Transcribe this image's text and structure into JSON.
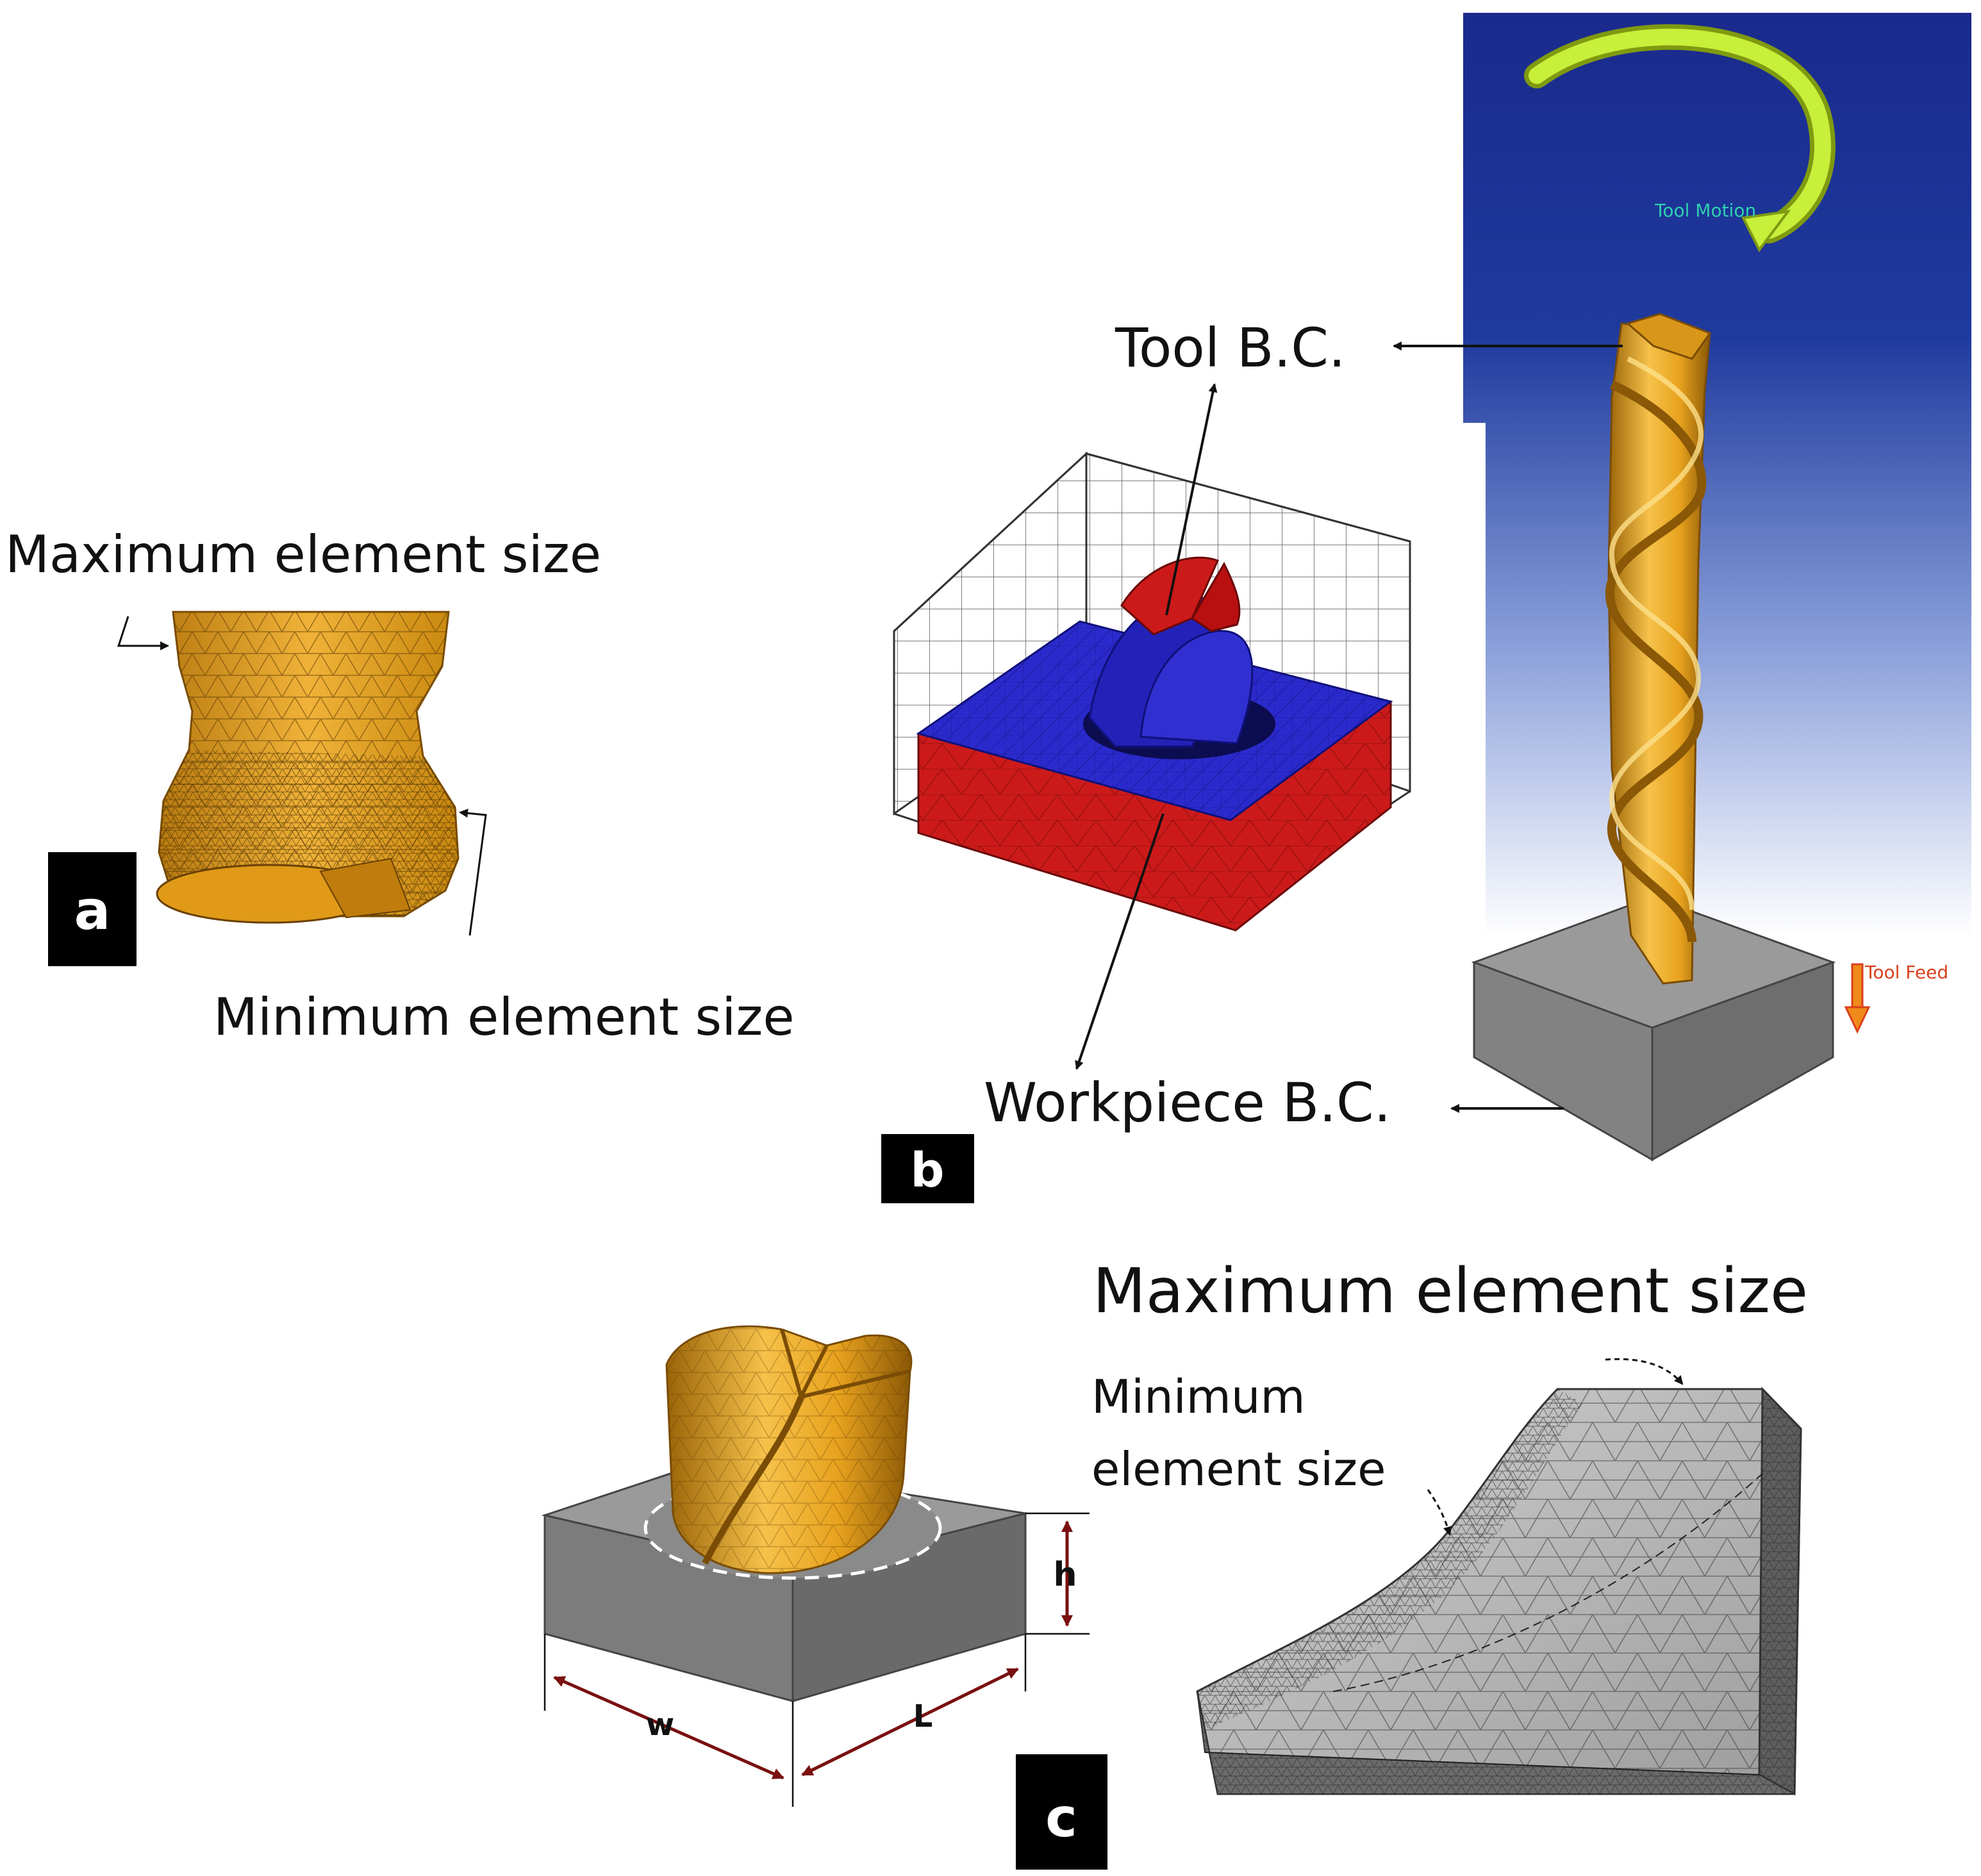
{
  "panel_a": {
    "tag": "a",
    "max_label": "Maximum element size",
    "min_label": "Minimum element size"
  },
  "panel_b": {
    "tag": "b",
    "tool_bc_label": "Tool B.C.",
    "workpiece_bc_label": "Workpiece B.C.",
    "tool_motion_label": "Tool Motion",
    "tool_feed_label": "Tool Feed"
  },
  "panel_c": {
    "tag": "c",
    "max_label": "Maximum element size",
    "min_label_line1": "Minimum",
    "min_label_line2": "element size",
    "dim_h": "h",
    "dim_w": "w",
    "dim_l": "L"
  },
  "colors": {
    "tool_gold": "#e8a21e",
    "tool_gold_dark": "#9a6408",
    "workpiece_gray": "#7a7a7a",
    "workpiece_blue": "#2a2acc",
    "workpiece_red": "#cc1a1a",
    "background_navy": "#1a2a8c",
    "tool_motion_green": "#c8ef3a",
    "tool_feed_red": "#d9401c",
    "dimension_maroon": "#7a1010"
  }
}
